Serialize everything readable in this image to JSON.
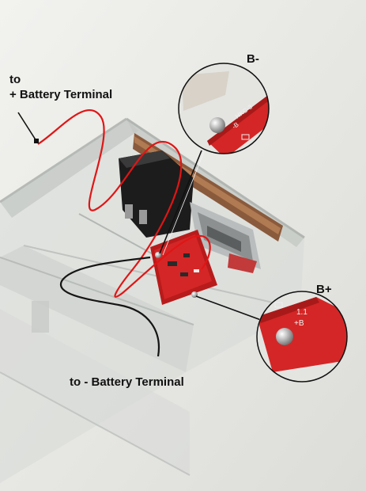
{
  "annotations": {
    "positive_terminal_line1": "to",
    "positive_terminal_line2": "+ Battery Terminal",
    "negative_terminal": "to - Battery Terminal",
    "b_minus_label": "B-",
    "b_plus_label": "B+"
  },
  "board_markings": {
    "top_inset_line1": "HKC-3",
    "top_inset_line2": "-B",
    "bottom_inset_line1": "1.1",
    "bottom_inset_line2": "+B"
  },
  "colors": {
    "background": "#e9e9e6",
    "pcb_red": "#d42626",
    "positive_wire": "#e01515",
    "negative_wire": "#151515",
    "acrylic_edge": "#c9ccc9",
    "callout_line": "#111111"
  },
  "icon_names": [
    "usb-port",
    "pcb-board",
    "solder-pad",
    "magnified-inset"
  ]
}
